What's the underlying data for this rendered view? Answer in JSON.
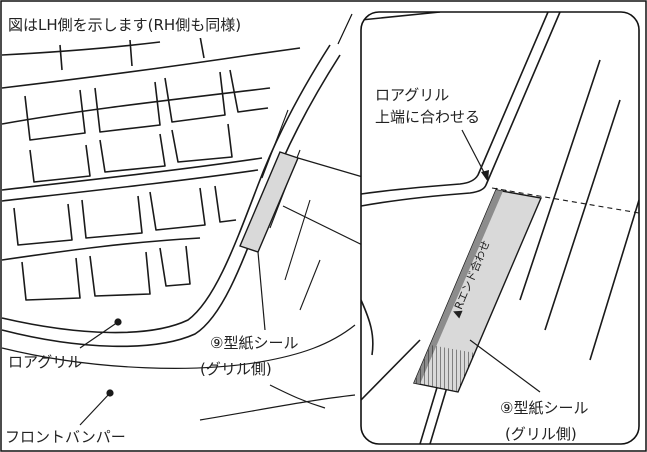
{
  "caption": "図はLH側を示します(RH側も同様)",
  "labels": {
    "lower_grille": "ロアグリル",
    "front_bumper": "フロントバンパー",
    "template_seal": "⑨型紙シール",
    "grille_side": "(グリル側)",
    "align_line1": "ロアグリル",
    "align_line2": "上端に合わせる",
    "template_seal_detail": "⑨型紙シール",
    "grille_side_detail": "(グリル側)",
    "seal_text": "▲Rエンド合わせ"
  },
  "colors": {
    "line": "#1a1a1a",
    "seal_fill": "#d9d9d9",
    "seal_edge_fill": "#8c8c8c"
  }
}
